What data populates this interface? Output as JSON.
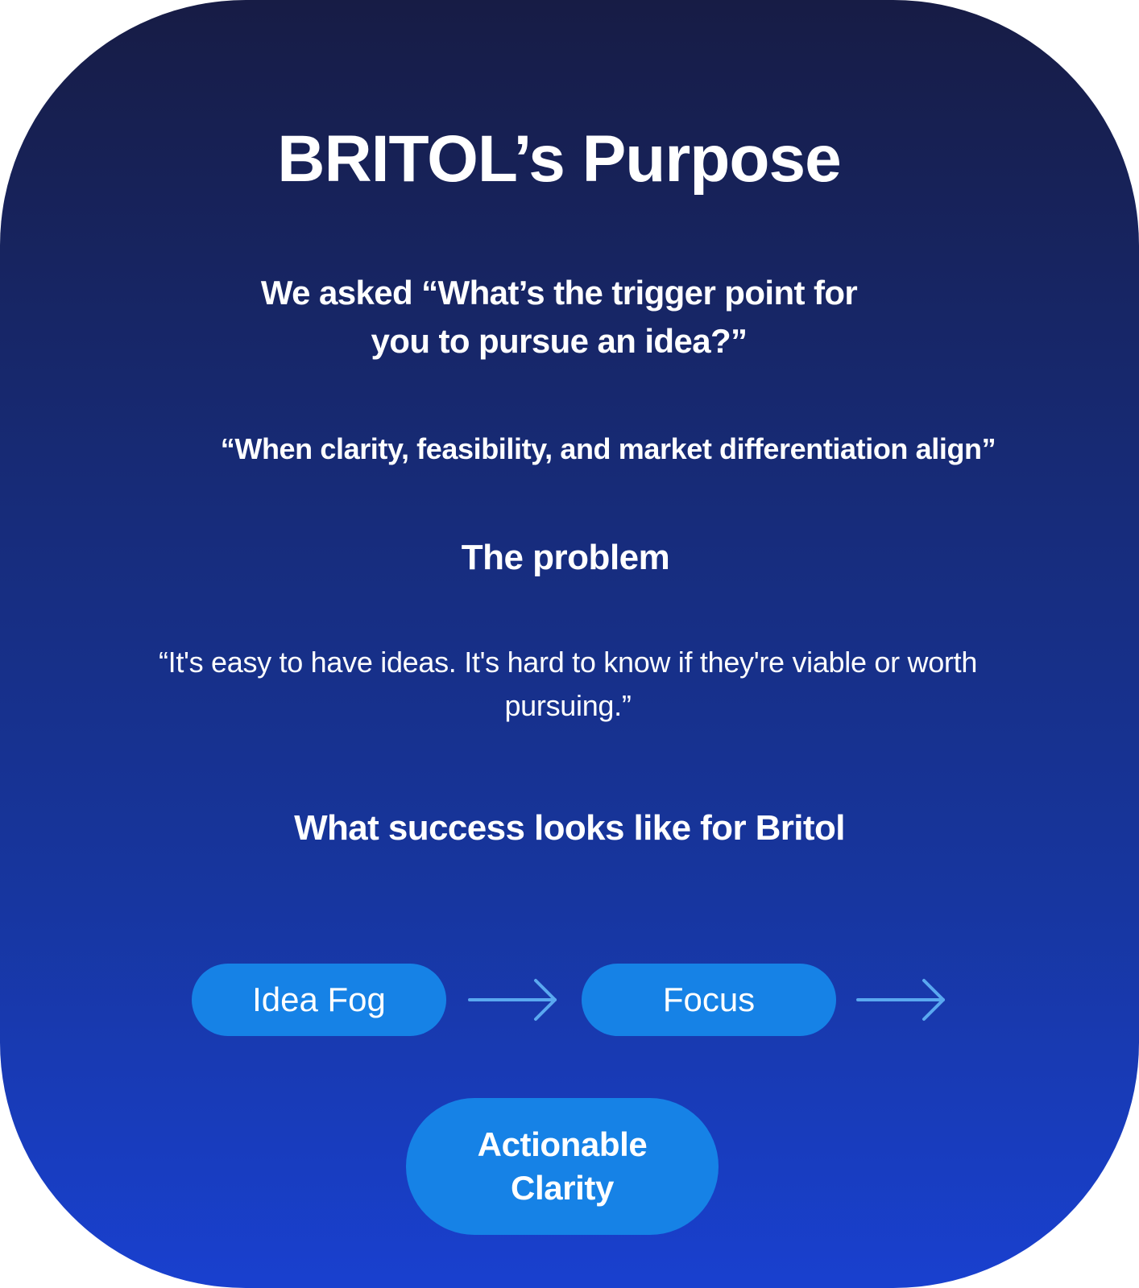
{
  "card": {
    "title": "BRITOL’s Purpose",
    "question": "We asked “What’s the trigger point for you to pursue an idea?”",
    "answer": "“When clarity, feasibility, and market differentiation align”",
    "problem_heading": "The problem",
    "problem_quote": "“It's easy to have ideas. It's hard to know if they're viable or worth pursuing.”",
    "success_heading": "What success looks like for Britol"
  },
  "flow": {
    "steps": [
      "Idea Fog",
      "Focus",
      "Actionable Clarity"
    ]
  },
  "colors": {
    "gradient_top": "#171c45",
    "gradient_bottom": "#1940cf",
    "pill": "#1682e6",
    "arrow": "#5aa8f0",
    "text": "#ffffff"
  },
  "icons": {
    "arrow": "arrow-right-icon"
  }
}
